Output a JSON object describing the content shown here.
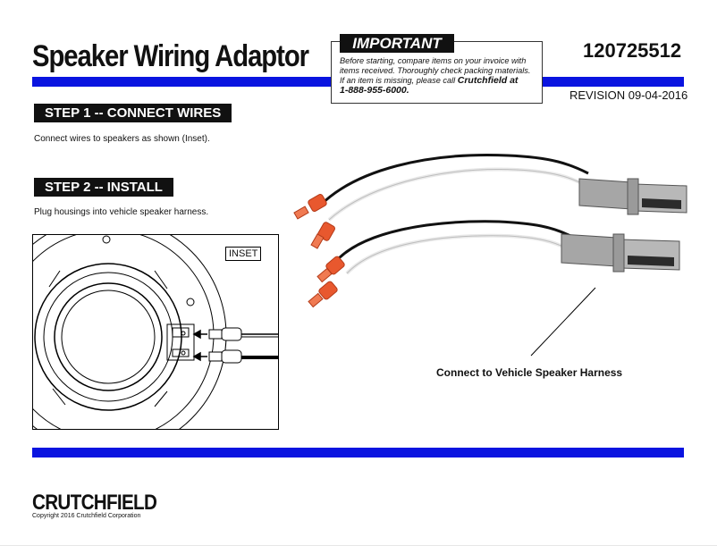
{
  "header": {
    "title": "Speaker Wiring Adaptor",
    "part_number": "120725512",
    "revision": "REVISION 09-04-2016"
  },
  "important": {
    "label": "IMPORTANT",
    "line1": "Before starting, compare items on your invoice with",
    "line2": "items received.  Thoroughly check packing materials.",
    "line3_prefix": "If an item is missing, please call ",
    "line3_bold": "Crutchfield at",
    "phone": "1-888-955-6000."
  },
  "step1": {
    "heading": "STEP 1 -- CONNECT WIRES",
    "text": "Connect wires to speakers as shown (Inset)."
  },
  "step2": {
    "heading": "STEP 2 -- INSTALL",
    "text": "Plug housings into vehicle speaker harness."
  },
  "inset": {
    "label": "INSET"
  },
  "diagram": {
    "caption": "Connect to Vehicle Speaker Harness"
  },
  "footer": {
    "logo": "CRUTCHFIELD",
    "copyright": "Copyright 2016 Crutchfield Corporation"
  },
  "colors": {
    "accent_bar": "#0a14e0",
    "terminal": "#e8582e",
    "housing": "#a9a9a9"
  }
}
